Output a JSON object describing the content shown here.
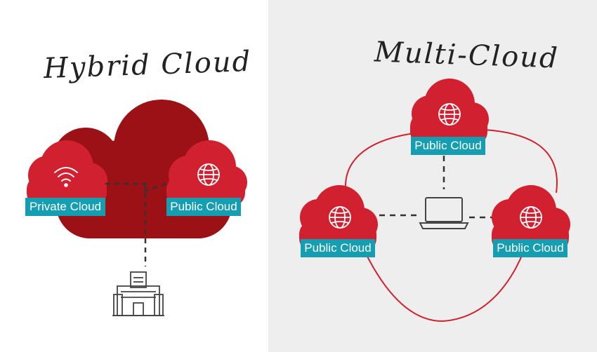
{
  "hybrid": {
    "title": "Hybrid Cloud",
    "private_label": "Private Cloud",
    "public_label": "Public Cloud"
  },
  "multi": {
    "title": "Multi-Cloud",
    "top_label": "Public Cloud",
    "left_label": "Public Cloud",
    "right_label": "Public Cloud"
  },
  "colors": {
    "cloud_red": "#d1202f",
    "big_cloud": "#9b1116",
    "label_teal": "#159eb1",
    "right_bg": "#eeeeee"
  },
  "icons": {
    "wifi": "wifi-icon",
    "globe": "globe-icon",
    "laptop": "laptop-icon",
    "building": "building-icon"
  }
}
